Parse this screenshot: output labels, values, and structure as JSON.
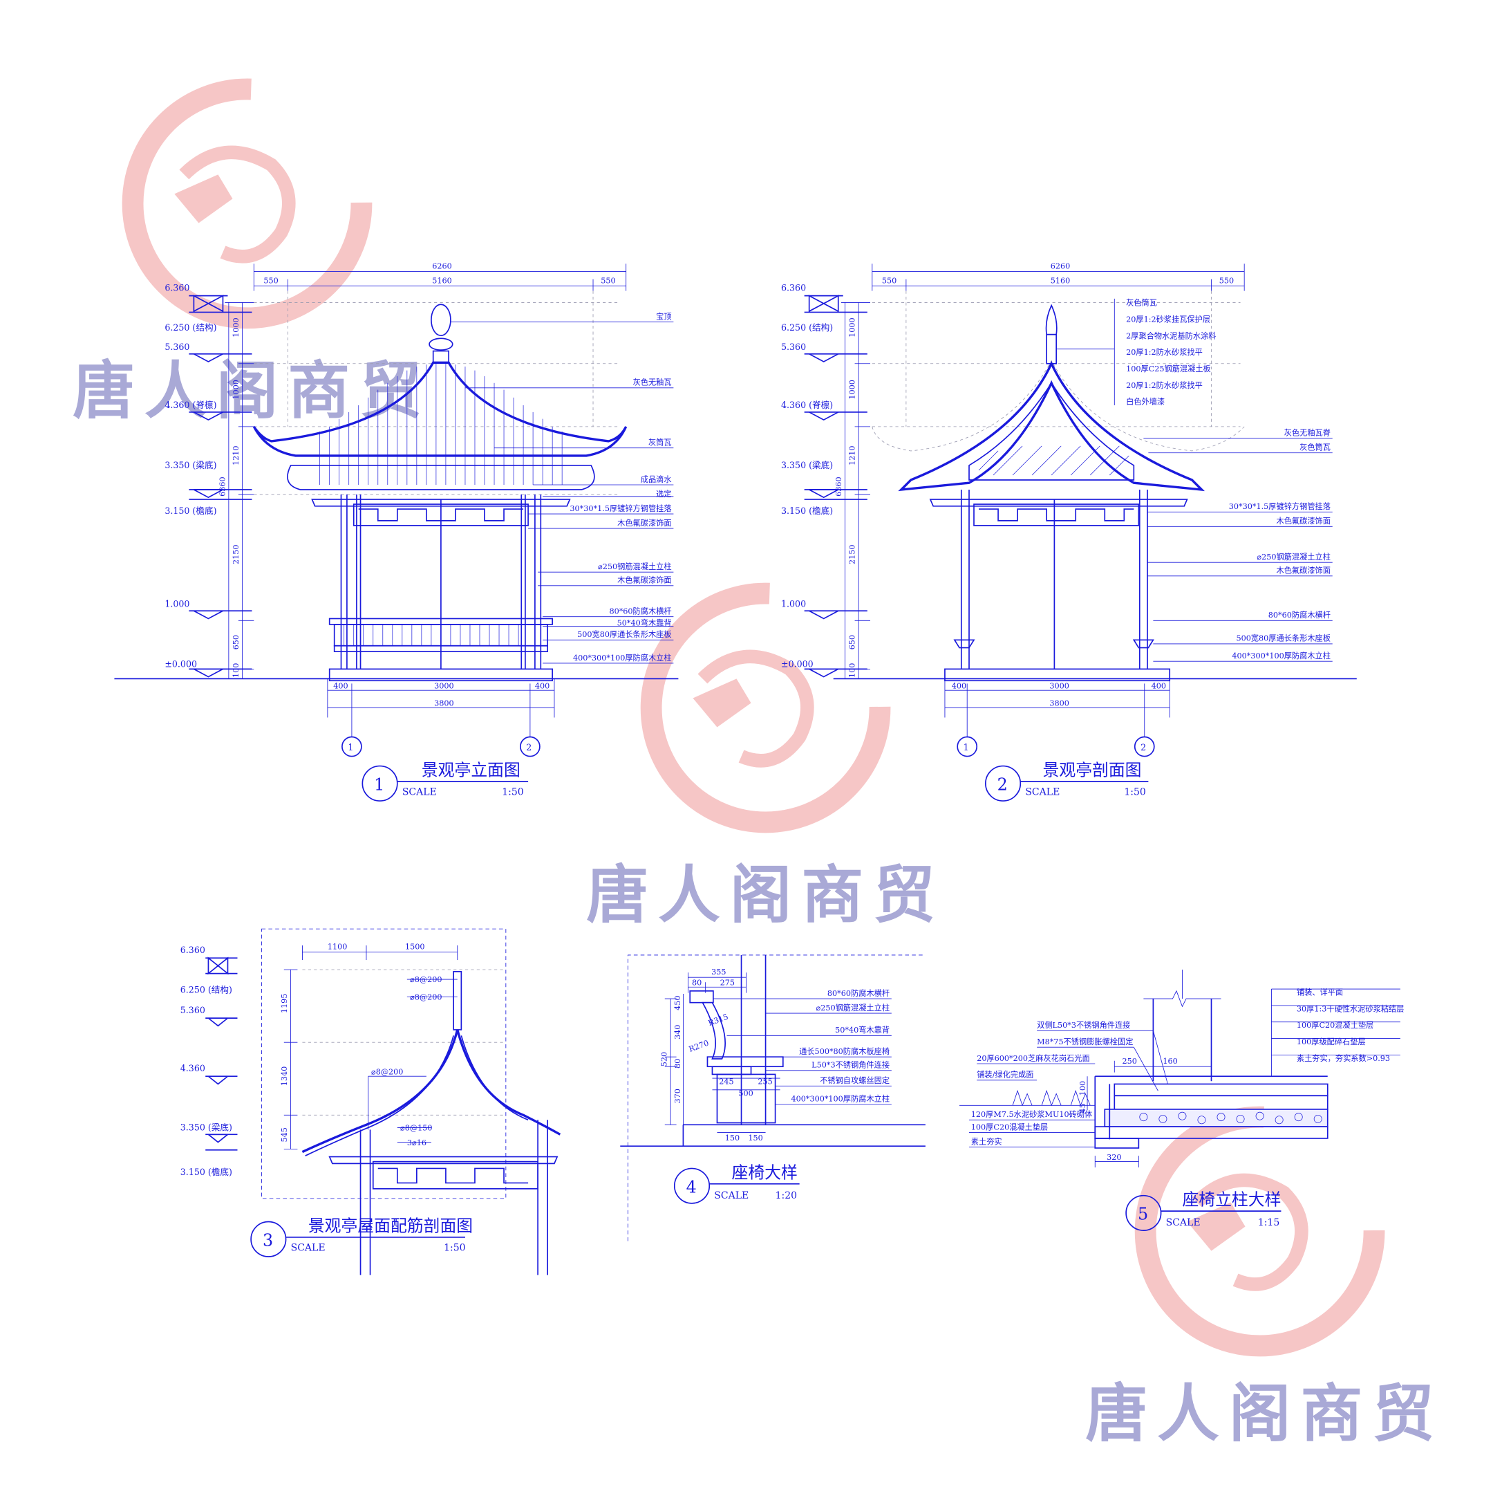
{
  "colors": {
    "line": "#1a1adc",
    "watermark_logo": "#f0a0a0",
    "watermark_text": "#8c8cc8"
  },
  "watermark": {
    "text": "唐人阁商贸",
    "icon": "dragon-logo-icon"
  },
  "views": {
    "v1": {
      "number": "1",
      "title": "景观亭立面图",
      "scale_label": "SCALE",
      "scale": "1:50",
      "dims": {
        "total": "6260",
        "side_l": "550",
        "mid": "5160",
        "side_r": "550",
        "base_l": "400",
        "base_m": "3000",
        "base_r": "400",
        "base_total": "3800",
        "v1": "1000",
        "v2": "1000",
        "v3": "1210",
        "v4": "2150",
        "v5": "650",
        "v6": "100",
        "vt": "6360"
      },
      "levels": [
        "6.360",
        "6.250 (结构)",
        "5.360",
        "4.360 (脊檩)",
        "3.350 (梁底)",
        "3.150 (檐底)",
        "1.000",
        "±0.000"
      ],
      "labels": [
        "宝顶",
        "灰色无釉瓦",
        "灰筒瓦",
        "成品滴水",
        "选定",
        "30*30*1.5厚镀锌方钢管挂落",
        "木色氟碳漆饰面",
        "⌀250钢筋混凝土立柱",
        "木色氟碳漆饰面",
        "80*60防腐木横杆",
        "50*40弯木靠背",
        "500宽80厚通长条形木座板",
        "400*300*100厚防腐木立柱"
      ],
      "axes": [
        "1",
        "2"
      ]
    },
    "v2": {
      "number": "2",
      "title": "景观亭剖面图",
      "scale_label": "SCALE",
      "scale": "1:50",
      "dims": {
        "total": "6260",
        "side_l": "550",
        "mid": "5160",
        "side_r": "550",
        "base_l": "400",
        "base_m": "3000",
        "base_r": "400",
        "base_total": "3800",
        "v1": "1000",
        "v2": "1000",
        "v3": "1210",
        "v4": "2150",
        "v5": "650",
        "v6": "100",
        "vt": "6360"
      },
      "levels": [
        "6.360",
        "6.250 (结构)",
        "5.360",
        "4.360 (脊檩)",
        "3.350 (梁底)",
        "3.150 (檐底)",
        "1.000",
        "±0.000"
      ],
      "labels_top": [
        "灰色筒瓦",
        "20厚1:2砂浆挂瓦保护层",
        "2厚聚合物水泥基防水涂料",
        "20厚1:2防水砂浆找平",
        "100厚C25钢筋混凝土板",
        "20厚1:2防水砂浆找平",
        "白色外墙漆"
      ],
      "labels": [
        "灰色无釉瓦脊",
        "灰色筒瓦",
        "30*30*1.5厚镀锌方钢管挂落",
        "木色氟碳漆饰面",
        "⌀250钢筋混凝土立柱",
        "木色氟碳漆饰面",
        "80*60防腐木横杆",
        "500宽80厚通长条形木座板",
        "400*300*100厚防腐木立柱"
      ],
      "axes": [
        "1",
        "2"
      ]
    },
    "v3": {
      "number": "3",
      "title": "景观亭屋面配筋剖面图",
      "scale_label": "SCALE",
      "scale": "1:50",
      "dims": {
        "h1": "1100",
        "h2": "1500",
        "v1": "1195",
        "v2": "1340",
        "v3": "545"
      },
      "levels": [
        "6.360",
        "6.250 (结构)",
        "5.360",
        "4.360",
        "3.350 (梁底)",
        "3.150 (檐底)"
      ],
      "labels": [
        "⌀8@200",
        "⌀8@200",
        "⌀8@200",
        "⌀8@150",
        "3⌀16"
      ]
    },
    "v4": {
      "number": "4",
      "title": "座椅大样",
      "scale_label": "SCALE",
      "scale": "1:20",
      "dims": {
        "d1": "355",
        "d2": "80",
        "d3": "275",
        "r1": "R315",
        "r2": "R270",
        "h1": "450",
        "h2": "340",
        "h3": "80",
        "h4": "370",
        "h5": "520",
        "w1": "245",
        "w2": "255",
        "w3": "500",
        "w4": "150",
        "w5": "150"
      },
      "labels": [
        "80*60防腐木横杆",
        "⌀250钢筋混凝土立柱",
        "50*40弯木靠背",
        "通长500*80防腐木板座椅",
        "L50*3不锈钢角件连接",
        "不锈钢自攻螺丝固定",
        "400*300*100厚防腐木立柱"
      ]
    },
    "v5": {
      "number": "5",
      "title": "座椅立柱大样",
      "scale_label": "SCALE",
      "scale": "1:15",
      "dims": {
        "d1": "250",
        "d2": "160",
        "d3": "320",
        "h1": "100",
        "h2": "45"
      },
      "labels_left": [
        "双侧L50*3不锈钢角件连接",
        "M8*75不锈钢膨胀螺栓固定",
        "20厚600*200芝麻灰花岗石光面",
        "铺装/绿化完成面",
        "120厚M7.5水泥砂浆MU10砖砌体",
        "100厚C20混凝土垫层",
        "素土夯实"
      ],
      "labels_right": [
        "铺装、详平面",
        "30厚1:3干硬性水泥砂浆粘结层",
        "100厚C20混凝土垫层",
        "100厚级配碎石垫层",
        "素土夯实，夯实系数>0.93"
      ]
    }
  }
}
